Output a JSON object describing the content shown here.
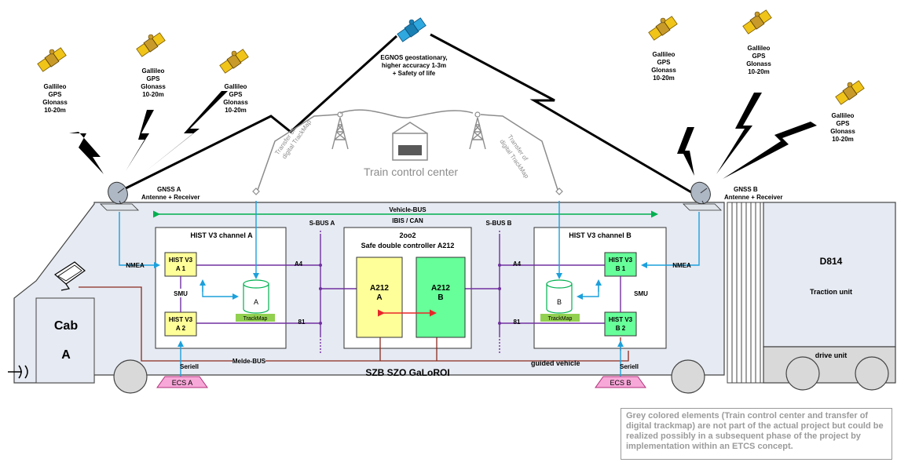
{
  "satellites_left": [
    {
      "l1": "Gallileo",
      "l2": "GPS",
      "l3": "Glonass",
      "l4": "10-20m"
    },
    {
      "l1": "Gallileo",
      "l2": "GPS",
      "l3": "Glonass",
      "l4": "10-20m"
    },
    {
      "l1": "Gallileo",
      "l2": "GPS",
      "l3": "Glonass",
      "l4": "10-20m"
    }
  ],
  "satellites_right": [
    {
      "l1": "Gallileo",
      "l2": "GPS",
      "l3": "Glonass",
      "l4": "10-20m"
    },
    {
      "l1": "Gallileo",
      "l2": "GPS",
      "l3": "Glonass",
      "l4": "10-20m"
    },
    {
      "l1": "Gallileo",
      "l2": "GPS",
      "l3": "Glonass",
      "l4": "10-20m"
    }
  ],
  "egnos": {
    "l1": "EGNOS geostationary,",
    "l2": "higher accuracy 1-3m",
    "l3": "+ Safety of life"
  },
  "control_center": "Train control center",
  "transfer": {
    "l1": "Transfer of",
    "l2": "digital TrackMap"
  },
  "gnss_a": {
    "title": "GNSS A",
    "sub": "Antenne + Receiver"
  },
  "gnss_b": {
    "title": "GNSS B",
    "sub": "Antenne + Receiver"
  },
  "vehicle_bus": {
    "l1": "Vehicle-BUS",
    "l2": "IBIS / CAN"
  },
  "sbus_a": "S-BUS A",
  "sbus_b": "S-BUS B",
  "channel_a": {
    "title": "HIST V3 channel A",
    "a1_l1": "HIST V3",
    "a1_l2": "A 1",
    "a2_l1": "HIST V3",
    "a2_l2": "A 2",
    "smu": "SMU",
    "db": "A",
    "trackmap": "TrackMap",
    "a4": "A4",
    "p81": "81"
  },
  "channel_b": {
    "title": "HIST V3 channel B",
    "b1_l1": "HIST V3",
    "b1_l2": "B 1",
    "b2_l1": "HIST V3",
    "b2_l2": "B 2",
    "smu": "SMU",
    "db": "B",
    "trackmap": "TrackMap",
    "a4": "A4",
    "p81": "81"
  },
  "controller": {
    "l1": "2oo2",
    "l2": "Safe double controller A212",
    "a_l1": "A212",
    "a_l2": "A",
    "b_l1": "A212",
    "b_l2": "B"
  },
  "nmea_a": "NMEA",
  "nmea_b": "NMEA",
  "cab": {
    "l1": "Cab",
    "l2": "A"
  },
  "melde_bus": "Melde-BUS",
  "guided_vehicle": "guided vehicle",
  "szb_label": "SZB SZO GaLoROI",
  "seriell_a": "Seriell",
  "seriell_b": "Seriell",
  "ecs_a": "ECS  A",
  "ecs_b": "ECS  B",
  "d814": {
    "title": "D814",
    "sub": "Traction unit"
  },
  "drive_unit": "drive unit",
  "note": "Grey colored elements (Train control center and transfer of digital trackmap) are not part of the actual project but could be realized possibly in a subsequent phase of the project by implementation within an ETCS concept.",
  "colors": {
    "hist_a": "#ffff99",
    "hist_b": "#66ff99",
    "bus_purple": "#7030a0",
    "arrow_blue": "#1ca0dc",
    "bus_green": "#00b050",
    "melde_red": "#8b2a1e",
    "ecs_pink": "#f7a8d8",
    "body_fill": "#e6eaf2",
    "grey": "#8c8c8c"
  }
}
